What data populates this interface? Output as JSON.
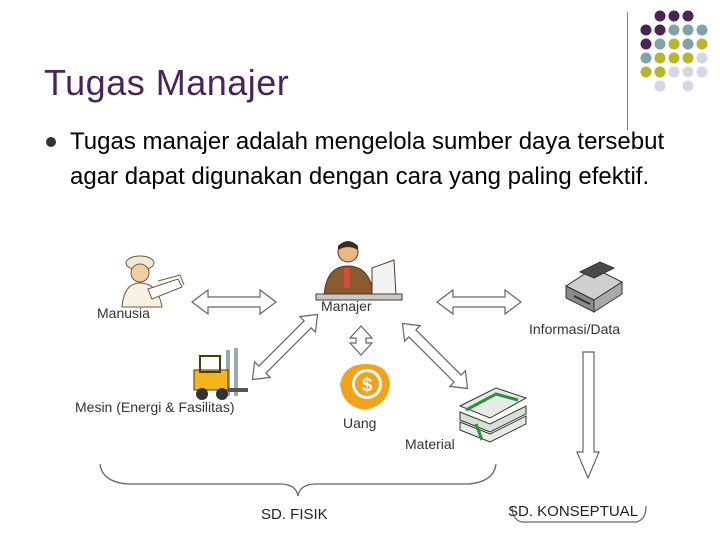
{
  "slide": {
    "title": "Tugas Manajer",
    "bullet": "Tugas manajer adalah mengelola sumber daya tersebut agar dapat digunakan dengan cara yang paling efektif."
  },
  "diagram": {
    "labels": {
      "manusia": "Manusia",
      "manajer": "Manajer",
      "informasi": "Informasi/Data",
      "mesin": "Mesin (Energi & Fasilitas)",
      "uang": "Uang",
      "material": "Material",
      "fisik": "SD. FISIK",
      "konseptual": "SD. KONSEPTUAL"
    },
    "dollar_symbol": "$"
  },
  "colors": {
    "title": "#4a2458",
    "dot_purple": "#4a2458",
    "dot_teal": "#7fa3a7",
    "dot_olive": "#b8b62b",
    "dot_light": "#d7d6e4",
    "coin": "#f2a21b"
  },
  "icons": [
    "worker-icon",
    "manager-icon",
    "forklift-icon",
    "dollar-coin-icon",
    "money-stack-icon",
    "computer-data-icon"
  ]
}
